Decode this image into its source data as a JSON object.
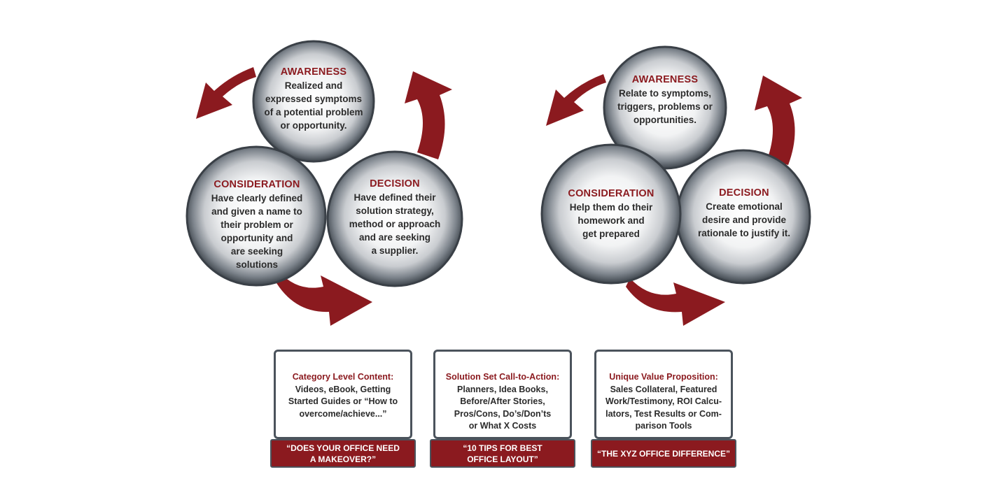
{
  "colors": {
    "accent": "#8b1a1f",
    "border": "#4b535c",
    "text": "#2b2b2b"
  },
  "cycles": [
    {
      "awareness": {
        "title": "AWARENESS",
        "desc": "Realized and\nexpressed symptoms\nof a potential problem\nor opportunity."
      },
      "consideration": {
        "title": "CONSIDERATION",
        "desc": "Have clearly defined\nand given a name to\ntheir problem or\nopportunity and\nare seeking\nsolutions"
      },
      "decision": {
        "title": "DECISION",
        "desc": "Have defined their\nsolution strategy,\nmethod or approach\nand are seeking\na supplier."
      }
    },
    {
      "awareness": {
        "title": "AWARENESS",
        "desc": "Relate to symptoms,\ntriggers, problems or\nopportunities."
      },
      "consideration": {
        "title": "CONSIDERATION",
        "desc": "Help them do their\nhomework and\nget prepared"
      },
      "decision": {
        "title": "DECISION",
        "desc": "Create emotional\ndesire and provide\nrationale to justify it."
      }
    }
  ],
  "cards": [
    {
      "title": "Category Level Content:",
      "desc": "Videos, eBook, Getting\nStarted Guides or “How to\novercome/achieve...”",
      "banner": "“DOES YOUR OFFICE NEED\nA MAKEOVER?”"
    },
    {
      "title": "Solution Set Call-to-Action:",
      "desc": "Planners, Idea Books,\nBefore/After Stories,\nPros/Cons, Do’s/Don’ts\nor What X Costs",
      "banner": "“10 TIPS FOR BEST\nOFFICE LAYOUT”"
    },
    {
      "title": "Unique Value Proposition:",
      "desc": "Sales Collateral, Featured\nWork/Testimony, ROI Calcu-\nlators, Test Results or Com-\nparison Tools",
      "banner": "“THE XYZ OFFICE DIFFERENCE”"
    }
  ]
}
